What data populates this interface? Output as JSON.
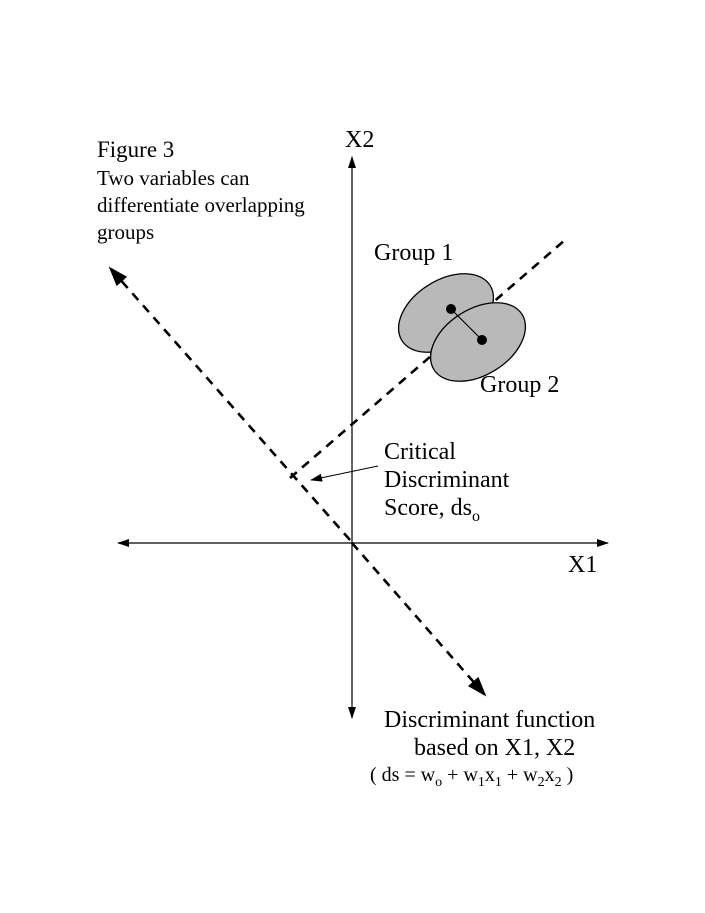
{
  "figure": {
    "title": "Figure 3",
    "caption_lines": [
      "Two variables can",
      "differentiate overlapping",
      "groups"
    ]
  },
  "axes": {
    "x_label": "X1",
    "y_label": "X2"
  },
  "groups": {
    "group1_label": "Group 1",
    "group2_label": "Group 2"
  },
  "critical_score": {
    "line1": "Critical",
    "line2": "Discriminant",
    "line3_text": "Score, ds",
    "line3_subscript": "o"
  },
  "discriminant_function": {
    "line1": "Discriminant function",
    "line2": "based on X1, X2",
    "formula": {
      "open": "( ds = w",
      "sub_w0": "o",
      "plus1": " + w",
      "sub_w1": "1",
      "x1": "x",
      "sub_x1": "1",
      "plus2": " + w",
      "sub_w2": "2",
      "x2": "x",
      "sub_x2": "2",
      "close": " )"
    }
  }
}
